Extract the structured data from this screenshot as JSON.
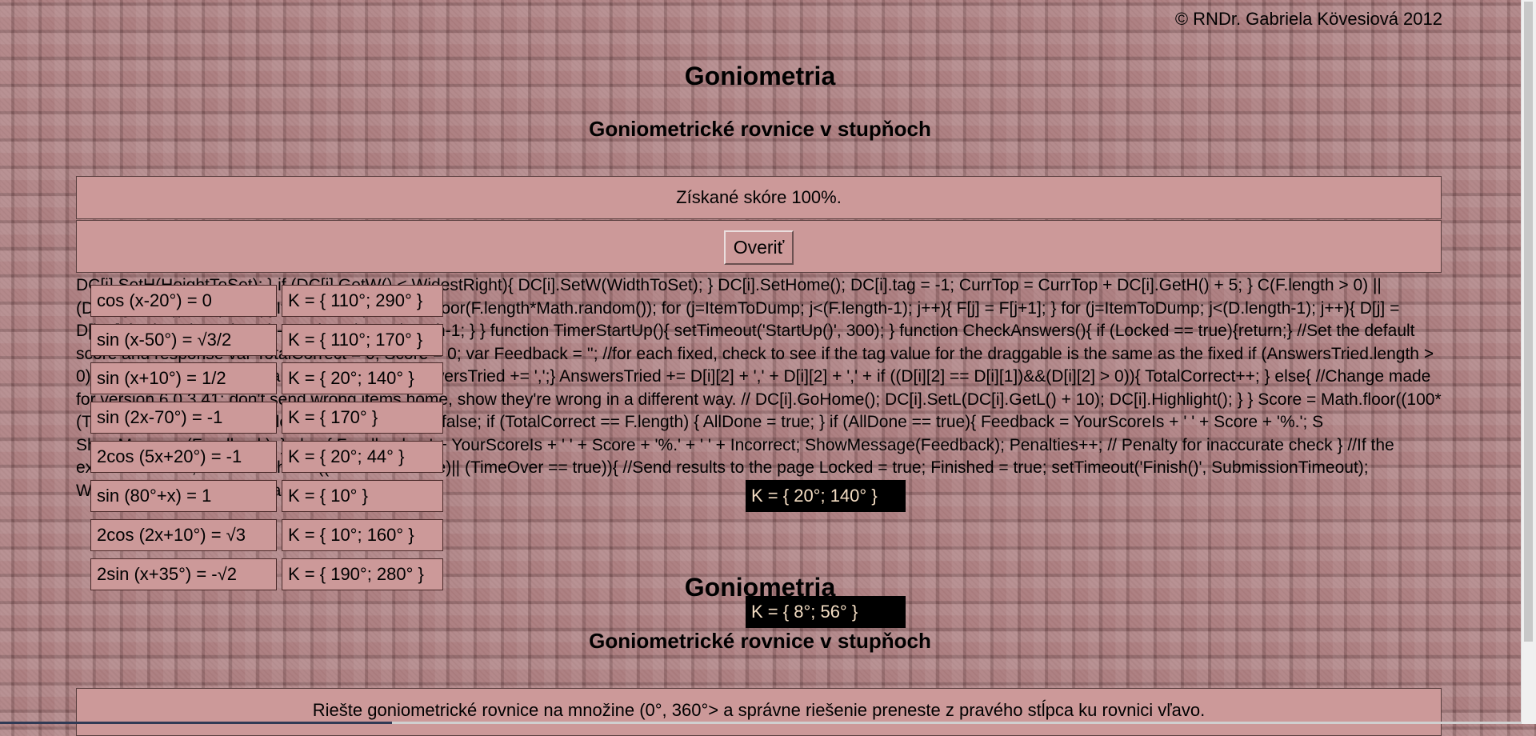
{
  "copyright": "© RNDr. Gabriela Kövesiová 2012",
  "title": "Goniometria",
  "subtitle": "Goniometrické rovnice v stupňoch",
  "score_text": "Získané skóre 100%.",
  "check_button": "Overiť",
  "code_text": "DC[i].SetH(HeightToSet); } if (DC[i].GetW() < WidestRight){ DC[i].SetW(WidthToSet); } DC[i].SetHome(); DC[i].tag = -1; CurrTop = CurrTop + DC[i].GetH() + 5; } C(F.length > 0) || (D.length > 0)) && (Draw){ ItemToDump = Math.floor(F.length*Math.random()); for (j=ItemToDump; j<(F.length-1); j++){ F[j] = F[j+1]; } for (j=ItemToDump; j<(D.length-1); j++){ D[j] = D[j+1]; } F.length = F.length-1; D.length = D.length-1; } } function TimerStartUp(){ setTimeout('StartUp()', 300); } function CheckAnswers(){ if (Locked == true){return;} //Set the default score and response var TotalCorrect = 0; Score = 0; var Feedback = ''; //for each fixed, check to see if the tag value for the draggable is the same as the fixed if (AnswersTried.length > 0){AnswersTried += ' | ';} var i, j; for (i=0; i0){AnswersTried += ',';} AnswersTried += D[i][2] + ',' + D[i][2] + ',' + if ((D[i][2] == D[i][1])&&(D[i][2] > 0)){ TotalCorrect++; } else{ //Change made for version 6.0.3.41: don't send wrong items home, show they're wrong in a different way. // DC[i].GoHome(); DC[i].SetL(DC[i].GetL() + 10); DC[i].Highlight(); } } Score = Math.floor((100*(TotalCorrect-Penalties))/F.length); var AllDone = false; if (TotalCorrect == F.length) { AllDone = true; } if (AllDone == true){ Feedback = YourScoreIs + ' ' + Score + '%.'; S ShowMessage(Feedback); } else { Feedback = ' + YourScoreIs + ' ' + Score + '%.' + ' ' + Incorrect; ShowMessage(Feedback); Penalties++; // Penalty for inaccurate check } //If the exercise is over, deal with that if ((AllDone == true)|| (TimeOver == true)){ //Send results to the page Locked = true; Finished = true; setTimeout('Finish()', SubmissionTimeout); WriteToInstructions(Feedback); } } //--> //]]>",
  "equations": [
    "cos (x-20°) = 0",
    "sin (x-50°) = √3/2",
    "sin (x+10°) = 1/2",
    "sin (2x-70°) = -1",
    "2cos (5x+20°) = -1",
    "sin (80°+x) = 1",
    "2cos (2x+10°) = √3",
    "2sin (x+35°) = -√2"
  ],
  "answers": [
    "K = { 110°; 290° }",
    "K = { 110°; 170° }",
    "K = { 20°; 140° }",
    "K = { 170° }",
    "K = { 20°; 44° }",
    "K = { 10° }",
    "K = { 10°; 160° }",
    "K = { 190°; 280° }"
  ],
  "dragged": [
    "K = { 20°; 140° }",
    "K = { 8°; 56° }"
  ],
  "instruction": "Riešte goniometrické rovnice na množine (0°, 360°> a správne riešenie preneste z pravého stĺpca ku rovnici vľavo."
}
